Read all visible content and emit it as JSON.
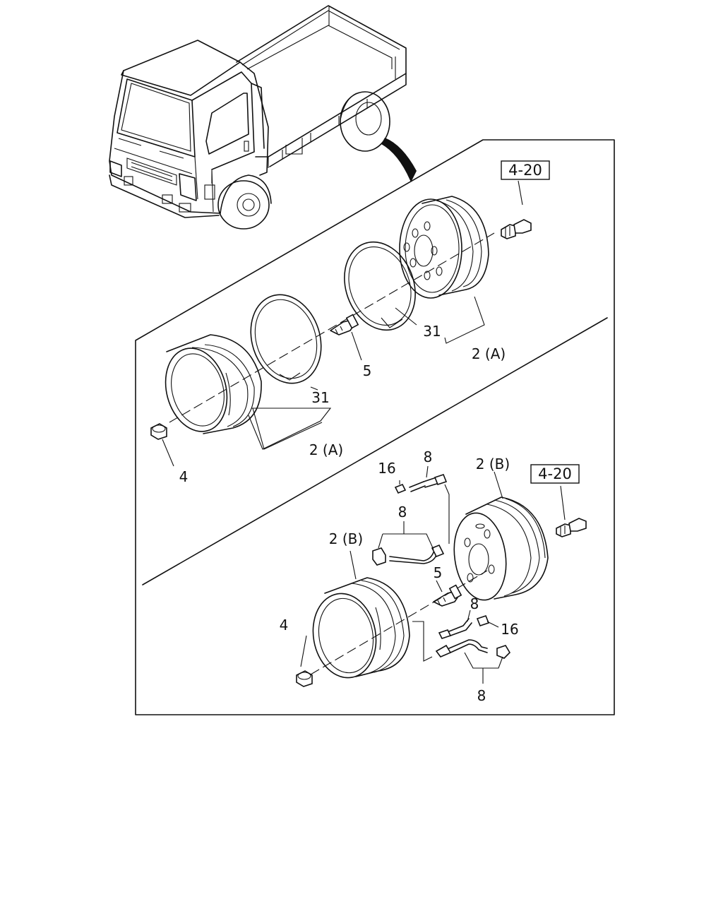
{
  "references": {
    "ref_top": "4-20",
    "ref_bottom": "4-20"
  },
  "callouts": {
    "a_wheel_front": "2 (A)",
    "a_wheel_rear": "2 (A)",
    "a_ring_front": "31",
    "a_ring_rear": "31",
    "a_valve": "5",
    "a_nut": "4",
    "b_wheel_front": "2 (B)",
    "b_wheel_rear": "2 (B)",
    "b_valve": "5",
    "b_nut": "4",
    "b_ext_top": "8",
    "b_cap_top": "16",
    "b_ext_mid": "8",
    "b_ext_low": "8",
    "b_cap_low": "16",
    "b_ext_bottom": "8"
  }
}
